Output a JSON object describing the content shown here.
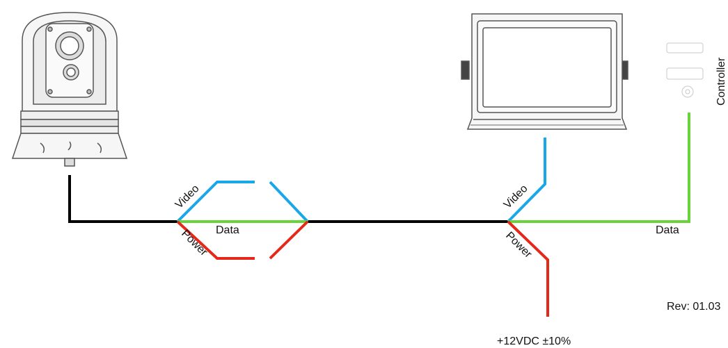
{
  "colors": {
    "video": "#1aa7ea",
    "data": "#6ad23a",
    "power": "#e5281a",
    "trunk": "#000000",
    "device_stroke": "#555555",
    "device_fill": "#f6f6f6"
  },
  "labels": {
    "left_video": "Video",
    "left_data": "Data",
    "left_power": "Power",
    "right_video": "Video",
    "right_data": "Data",
    "right_power": "Power",
    "controller": "Controller",
    "supply": "+12VDC ±10%",
    "revision": "Rev: 01.03"
  },
  "devices": {
    "camera": "pan-tilt-camera-icon",
    "display": "display-monitor-icon",
    "controller": "joystick-controller-icon"
  }
}
